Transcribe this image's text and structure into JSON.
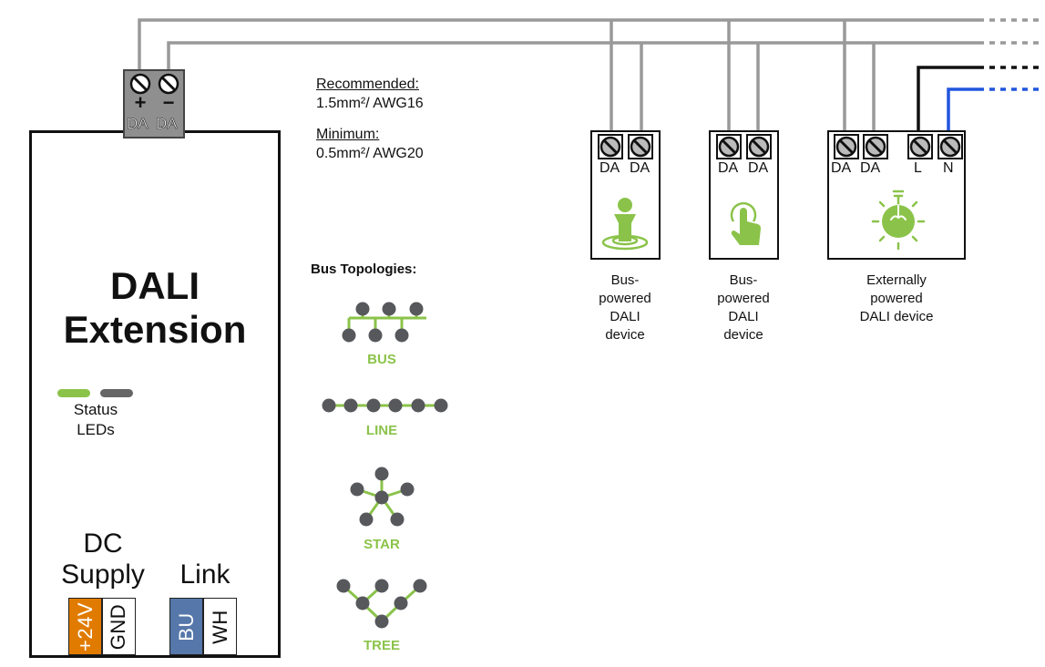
{
  "main_device": {
    "title_line1": "DALI",
    "title_line2": "Extension",
    "top_terminal": {
      "pins": [
        {
          "polarity": "+",
          "label": "DA"
        },
        {
          "polarity": "−",
          "label": "DA"
        }
      ]
    },
    "status_leds": {
      "label_line1": "Status",
      "label_line2": "LEDs",
      "colors": [
        "#8bc34a",
        "#666666"
      ]
    },
    "dc_supply": {
      "label_line1": "DC",
      "label_line2": "Supply",
      "terminals": [
        {
          "label": "+24V",
          "color": "#e07b00",
          "text_color": "#ffffff"
        },
        {
          "label": "GND",
          "color": "#ffffff",
          "text_color": "#111111"
        }
      ]
    },
    "link": {
      "label": "Link",
      "terminals": [
        {
          "label": "BU",
          "color": "#5577aa",
          "text_color": "#ffffff"
        },
        {
          "label": "WH",
          "color": "#ffffff",
          "text_color": "#111111"
        }
      ]
    }
  },
  "cable_spec": {
    "recommended_label": "Recommended:",
    "recommended_value": "1.5mm²/ AWG16",
    "minimum_label": "Minimum:",
    "minimum_value": "0.5mm²/ AWG20"
  },
  "topologies": {
    "heading": "Bus Topologies:",
    "items": [
      {
        "label": "BUS"
      },
      {
        "label": "LINE"
      },
      {
        "label": "STAR"
      },
      {
        "label": "TREE"
      }
    ],
    "node_color": "#56585c",
    "link_color": "#8bc34a"
  },
  "devices": [
    {
      "pins": [
        "DA",
        "DA"
      ],
      "icon": "presence-sensor-icon",
      "caption": [
        "Bus-",
        "powered",
        "DALI",
        "device"
      ]
    },
    {
      "pins": [
        "DA",
        "DA"
      ],
      "icon": "touch-button-icon",
      "caption": [
        "Bus-",
        "powered",
        "DALI",
        "device"
      ]
    },
    {
      "pins": [
        "DA",
        "DA",
        "L",
        "N"
      ],
      "icon": "light-bulb-icon",
      "caption": [
        "Externally",
        "powered",
        "DALI device"
      ]
    }
  ],
  "wire_colors": {
    "dali": "#999999",
    "live": "#111111",
    "neutral": "#2255dd"
  }
}
